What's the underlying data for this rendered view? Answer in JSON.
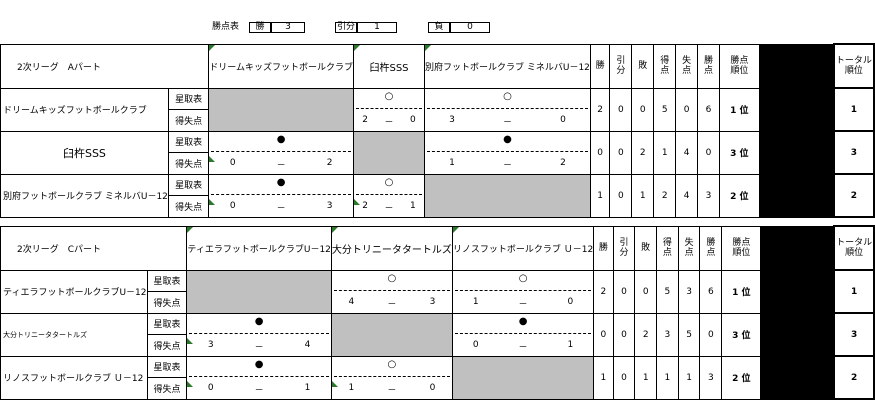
{
  "header": {
    "score_label": "勝点表",
    "win_label": "勝",
    "win_value": "3",
    "draw_label": "引分",
    "draw_value": "1",
    "loss_label": "負",
    "loss_value": "0"
  },
  "stat_headers": [
    "勝",
    "引\n分",
    "敗",
    "得\n点",
    "失\n点",
    "勝\n点",
    "勝点\n順位"
  ],
  "total_header": "トータル\n順位",
  "row_labels": {
    "record": "星取表",
    "goals": "得失点"
  },
  "leagues": [
    {
      "title": "2次リーグ　Aパート",
      "columns": [
        "ドリームキッズフットボールクラブ",
        "臼杵SSS",
        "別府フットボールクラブ ミネルバU－12"
      ],
      "teams": [
        {
          "name": "ドリームキッズフットボールクラブ",
          "cells": [
            null,
            {
              "mark": "○",
              "gf": "2",
              "sep": "－",
              "ga": "0"
            },
            {
              "mark": "○",
              "gf": "3",
              "sep": "－",
              "ga": "0"
            }
          ],
          "stats": [
            "2",
            "0",
            "0",
            "5",
            "0",
            "6"
          ],
          "rank": "1 位",
          "total": "1"
        },
        {
          "name": "臼杵SSS",
          "cells": [
            {
              "mark": "●",
              "gf": "0",
              "sep": "－",
              "ga": "2"
            },
            null,
            {
              "mark": "●",
              "gf": "1",
              "sep": "－",
              "ga": "2"
            }
          ],
          "stats": [
            "0",
            "0",
            "2",
            "1",
            "4",
            "0"
          ],
          "rank": "3 位",
          "total": "3"
        },
        {
          "name": "別府フットボールクラブ ミネルバU－12",
          "cells": [
            {
              "mark": "●",
              "gf": "0",
              "sep": "－",
              "ga": "3"
            },
            {
              "mark": "○",
              "gf": "2",
              "sep": "－",
              "ga": "1"
            },
            null
          ],
          "stats": [
            "1",
            "0",
            "1",
            "2",
            "4",
            "3"
          ],
          "rank": "2 位",
          "total": "2"
        }
      ]
    },
    {
      "title": "2次リーグ　Cパート",
      "columns": [
        "ティエラフットボールクラブU－12",
        "大分トリニータタートルズ",
        "リノスフットボールクラブ Ｕ－12"
      ],
      "teams": [
        {
          "name": "ティエラフットボールクラブU－12",
          "cells": [
            null,
            {
              "mark": "○",
              "gf": "4",
              "sep": "－",
              "ga": "3"
            },
            {
              "mark": "○",
              "gf": "1",
              "sep": "－",
              "ga": "0"
            }
          ],
          "stats": [
            "2",
            "0",
            "0",
            "5",
            "3",
            "6"
          ],
          "rank": "1 位",
          "total": "1"
        },
        {
          "name": "大分トリニータタートルズ",
          "cells": [
            {
              "mark": "●",
              "gf": "3",
              "sep": "－",
              "ga": "4"
            },
            null,
            {
              "mark": "●",
              "gf": "0",
              "sep": "－",
              "ga": "1"
            }
          ],
          "stats": [
            "0",
            "0",
            "2",
            "3",
            "5",
            "0"
          ],
          "rank": "3 位",
          "total": "3"
        },
        {
          "name": "リノスフットボールクラブ Ｕ－12",
          "cells": [
            {
              "mark": "●",
              "gf": "0",
              "sep": "－",
              "ga": "1"
            },
            {
              "mark": "○",
              "gf": "1",
              "sep": "－",
              "ga": "0"
            },
            null
          ],
          "stats": [
            "1",
            "0",
            "1",
            "1",
            "1",
            "3"
          ],
          "rank": "2 位",
          "total": "2"
        }
      ]
    }
  ]
}
